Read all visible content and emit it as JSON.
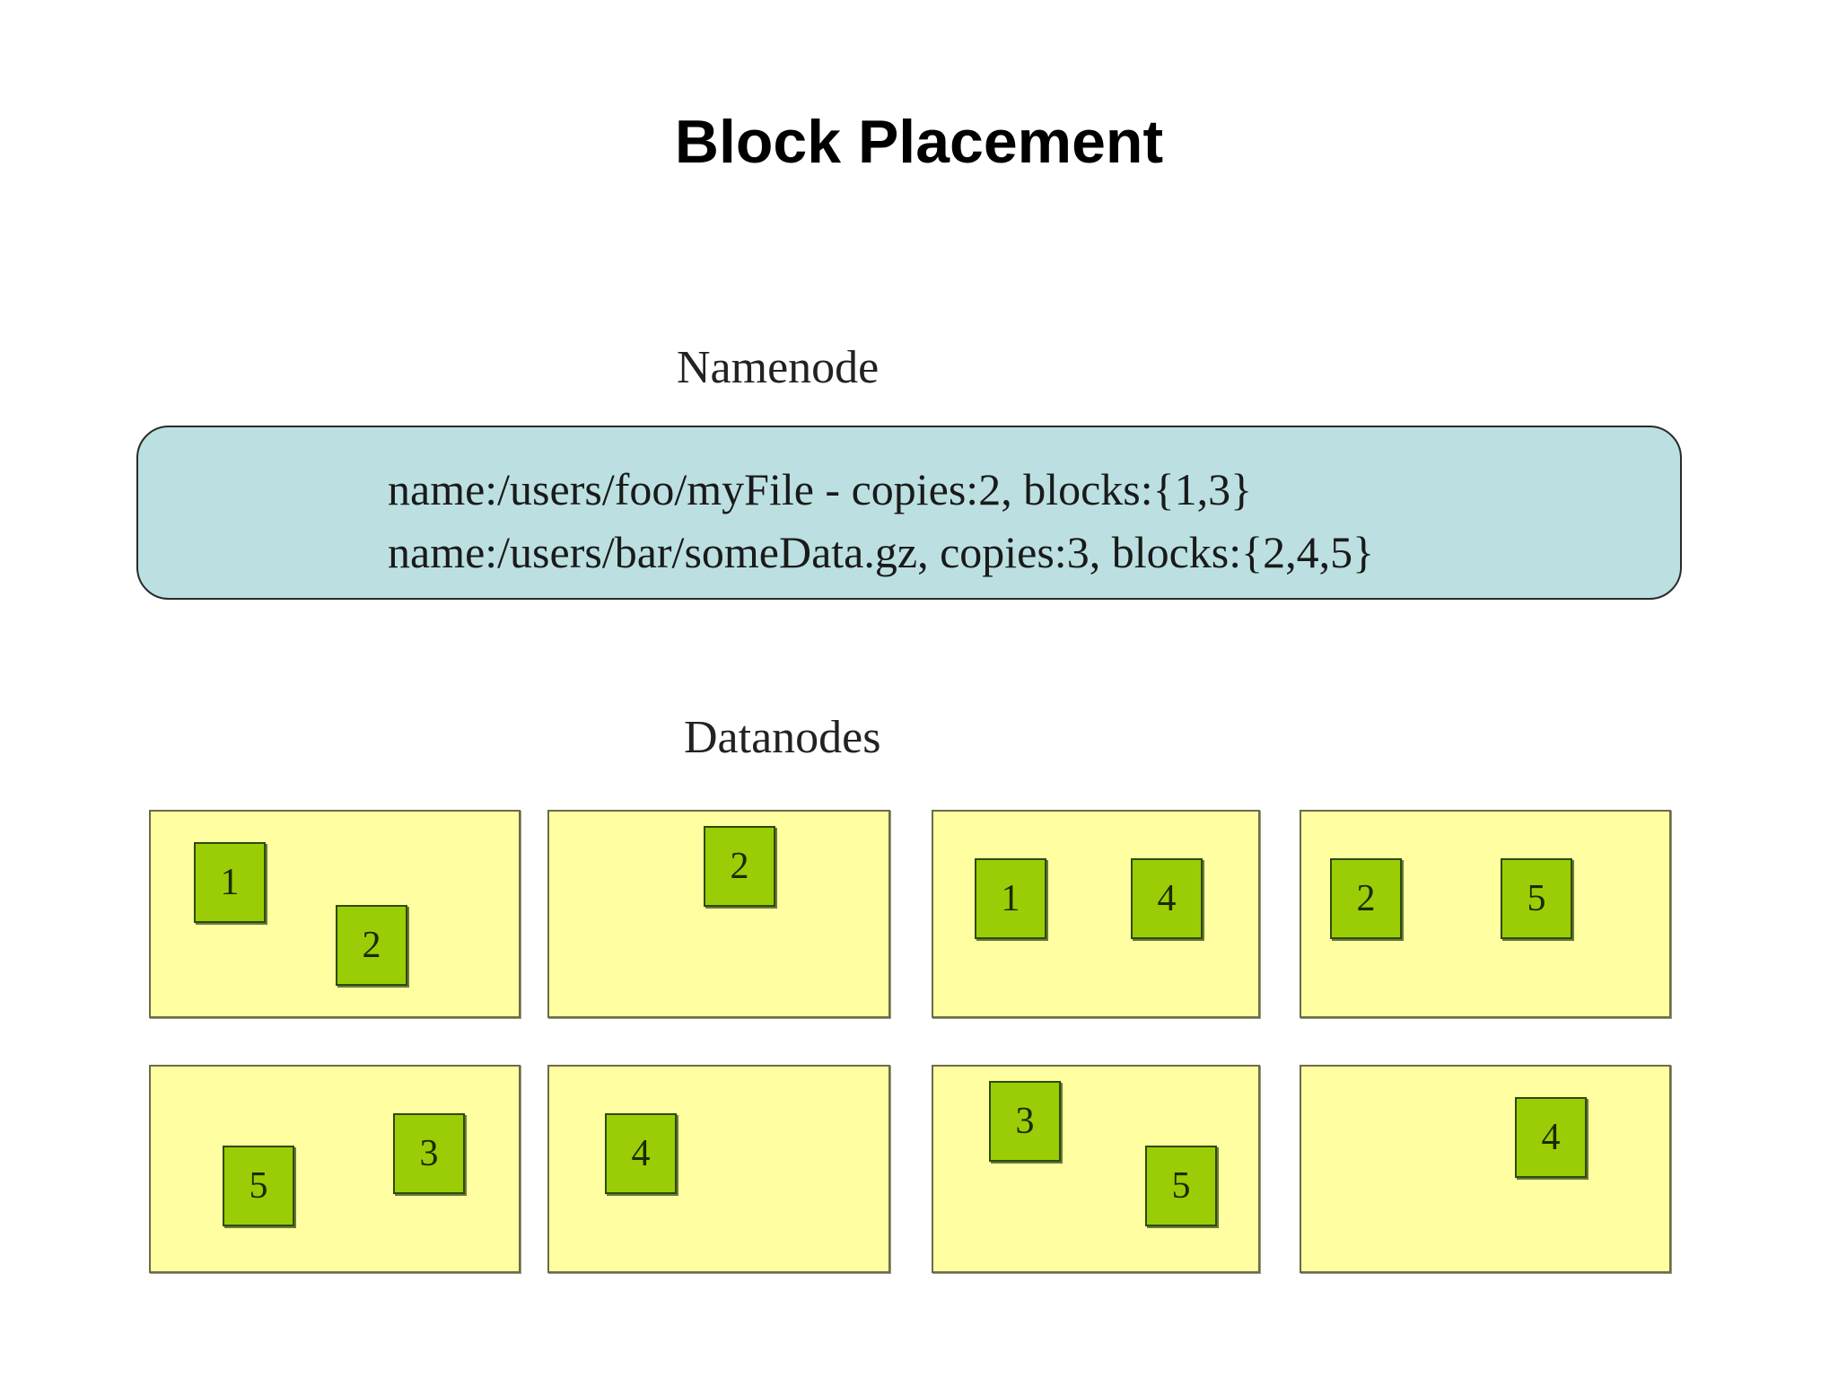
{
  "title": "Block Placement",
  "namenode": {
    "label": "Namenode",
    "entries": [
      "name:/users/foo/myFile - copies:2, blocks:{1,3}",
      "name:/users/bar/someData.gz, copies:3, blocks:{2,4,5}"
    ]
  },
  "datanodes": {
    "label": "Datanodes",
    "nodes": [
      {
        "blocks": [
          "1",
          "2"
        ]
      },
      {
        "blocks": [
          "2"
        ]
      },
      {
        "blocks": [
          "1",
          "4"
        ]
      },
      {
        "blocks": [
          "2",
          "5"
        ]
      },
      {
        "blocks": [
          "5",
          "3"
        ]
      },
      {
        "blocks": [
          "4"
        ]
      },
      {
        "blocks": [
          "3",
          "5"
        ]
      },
      {
        "blocks": [
          "4"
        ]
      }
    ]
  },
  "colors": {
    "namenode_fill": "#bce0e1",
    "datanode_fill": "#ffffa2",
    "block_fill": "#9acd06"
  }
}
